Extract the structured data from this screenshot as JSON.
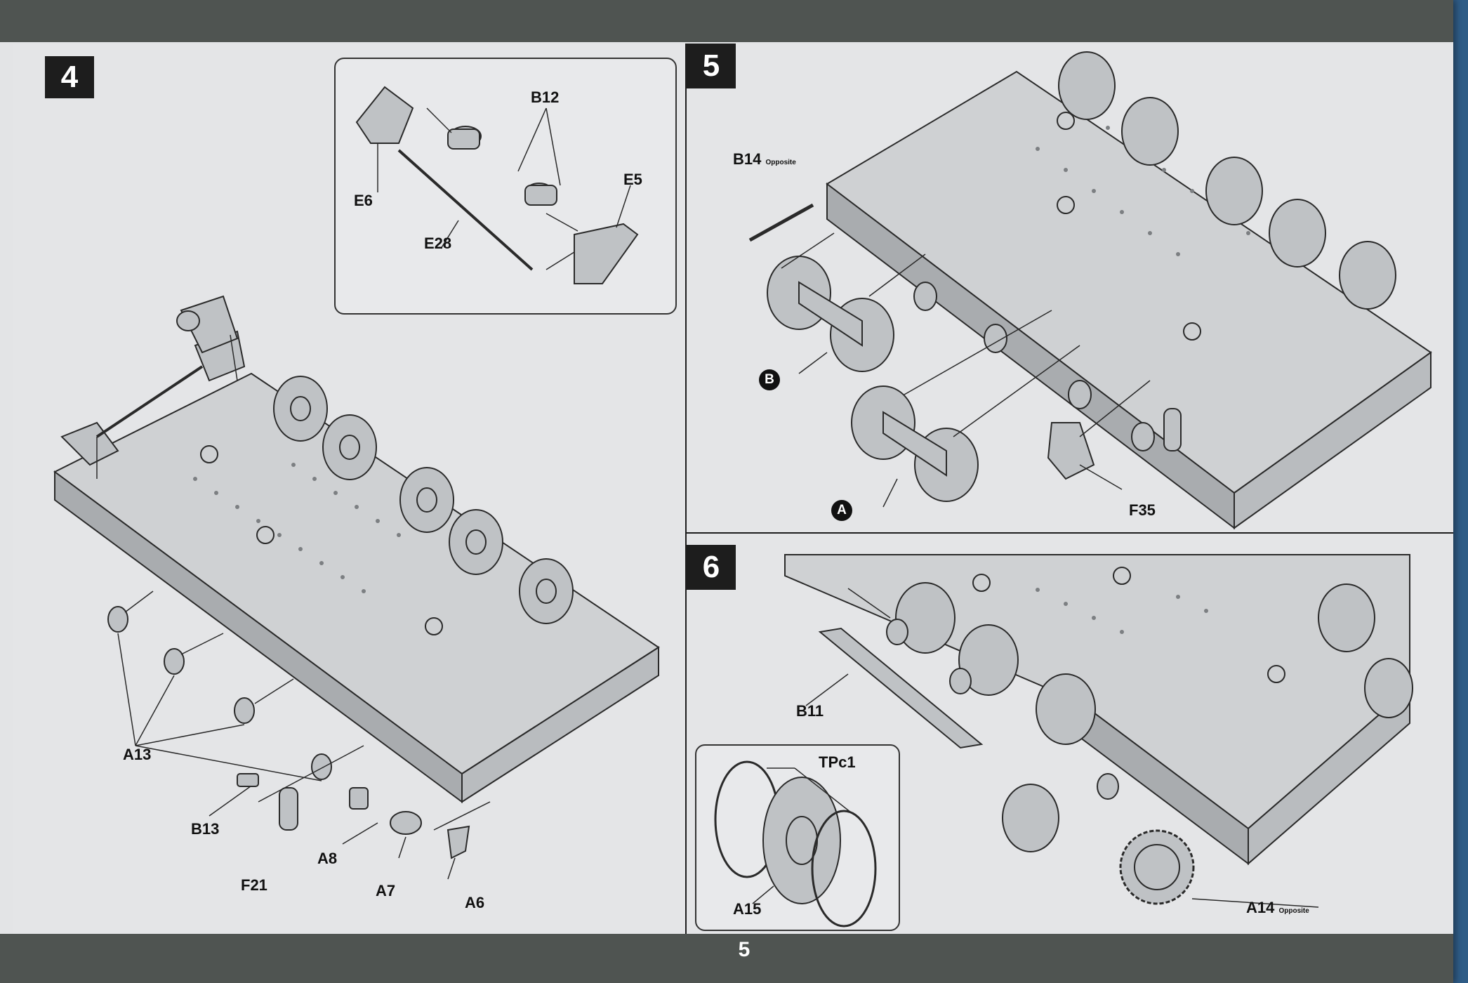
{
  "page_number": "5",
  "steps": [
    {
      "number": "4",
      "callouts": {
        "b12": "B12",
        "e6": "E6",
        "e5": "E5",
        "e28": "E28",
        "a13": "A13",
        "b13": "B13",
        "f21": "F21",
        "a8": "A8",
        "a7": "A7",
        "a6": "A6"
      }
    },
    {
      "number": "5",
      "callouts": {
        "b14": "B14",
        "b14_note": "Opposite",
        "marker_b": "B",
        "marker_a": "A",
        "f35": "F35"
      }
    },
    {
      "number": "6",
      "callouts": {
        "b11": "B11",
        "tpc1": "TPc1",
        "a15": "A15",
        "a14": "A14",
        "a14_note": "Opposite"
      }
    }
  ],
  "colors": {
    "page_background": "#e3e4e6",
    "band": "#4f5451",
    "badge": "#1d1d1d",
    "hull": "#c9cbcd",
    "line_art": "#2a2a2a"
  }
}
